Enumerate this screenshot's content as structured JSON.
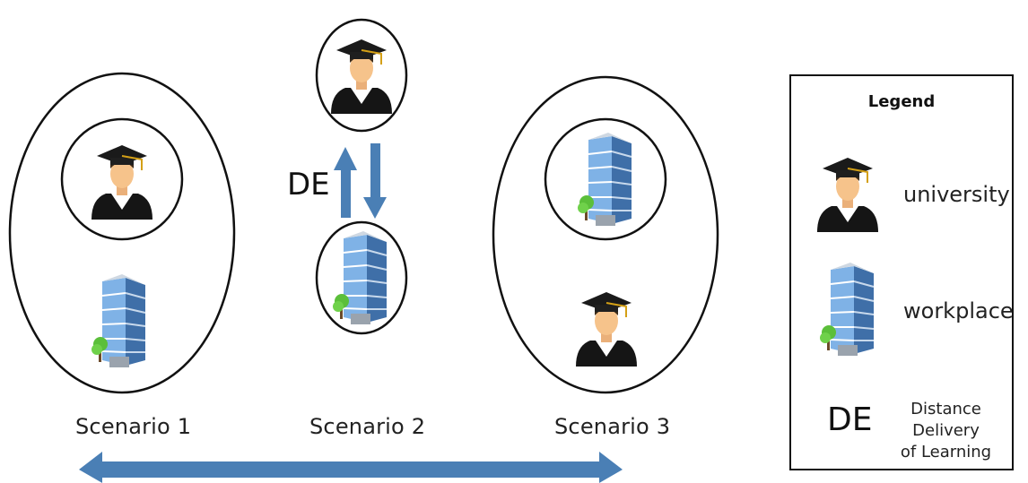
{
  "scenarios": [
    {
      "label": "Scenario 1"
    },
    {
      "label": "Scenario 2"
    },
    {
      "label": "Scenario 3"
    }
  ],
  "arrow_label": "DE",
  "legend": {
    "title": "Legend",
    "items": [
      {
        "icon": "graduate-icon",
        "text": "university"
      },
      {
        "icon": "building-icon",
        "text": "workplace"
      },
      {
        "abbr": "DE",
        "text_line1": "Distance Delivery",
        "text_line2": "of Learning"
      }
    ]
  },
  "colors": {
    "arrow": "#4a7fb5",
    "cap": "#1a1a1a",
    "gown": "#111111",
    "skin": "#f6c38b",
    "building": "#6fa3dc",
    "tree": "#5bbf3a"
  }
}
